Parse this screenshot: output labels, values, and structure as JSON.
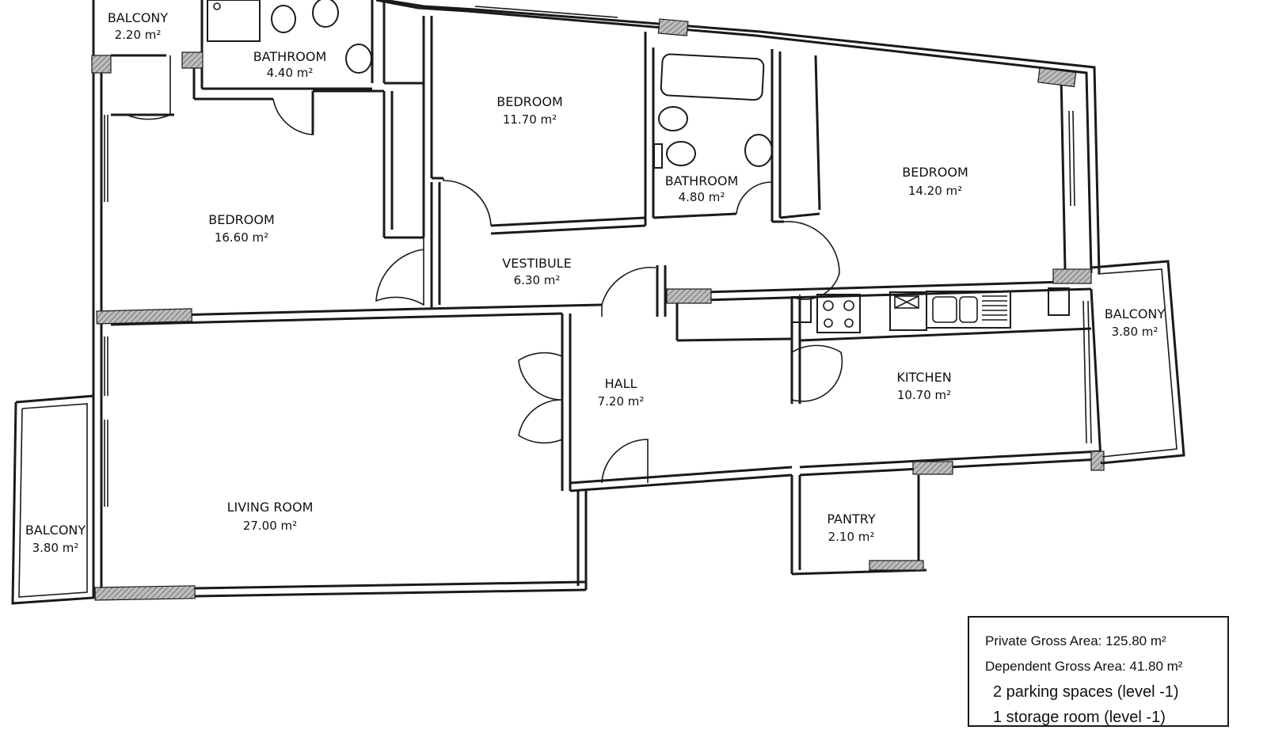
{
  "rooms": {
    "balcony_top": {
      "name": "BALCONY",
      "area": "2.20 m²"
    },
    "bathroom_1": {
      "name": "BATHROOM",
      "area": "4.40 m²"
    },
    "bedroom_1": {
      "name": "BEDROOM",
      "area": "11.70 m²"
    },
    "bathroom_2": {
      "name": "BATHROOM",
      "area": "4.80 m²"
    },
    "bedroom_2": {
      "name": "BEDROOM",
      "area": "14.20 m²"
    },
    "bedroom_3": {
      "name": "BEDROOM",
      "area": "16.60 m²"
    },
    "vestibule": {
      "name": "VESTIBULE",
      "area": "6.30 m²"
    },
    "balcony_right": {
      "name": "BALCONY",
      "area": "3.80 m²"
    },
    "hall": {
      "name": "HALL",
      "area": "7.20 m²"
    },
    "kitchen": {
      "name": "KITCHEN",
      "area": "10.70 m²"
    },
    "living_room": {
      "name": "LIVING ROOM",
      "area": "27.00 m²"
    },
    "balcony_left": {
      "name": "BALCONY",
      "area": "3.80 m²"
    },
    "pantry": {
      "name": "PANTRY",
      "area": "2.10 m²"
    }
  },
  "summary": {
    "private_gross_area": "Private Gross Area: 125.80 m²",
    "dependent_gross_area": "Dependent Gross Area: 41.80 m²",
    "parking": "2 parking spaces (level -1)",
    "storage": "1 storage room (level -1)"
  }
}
